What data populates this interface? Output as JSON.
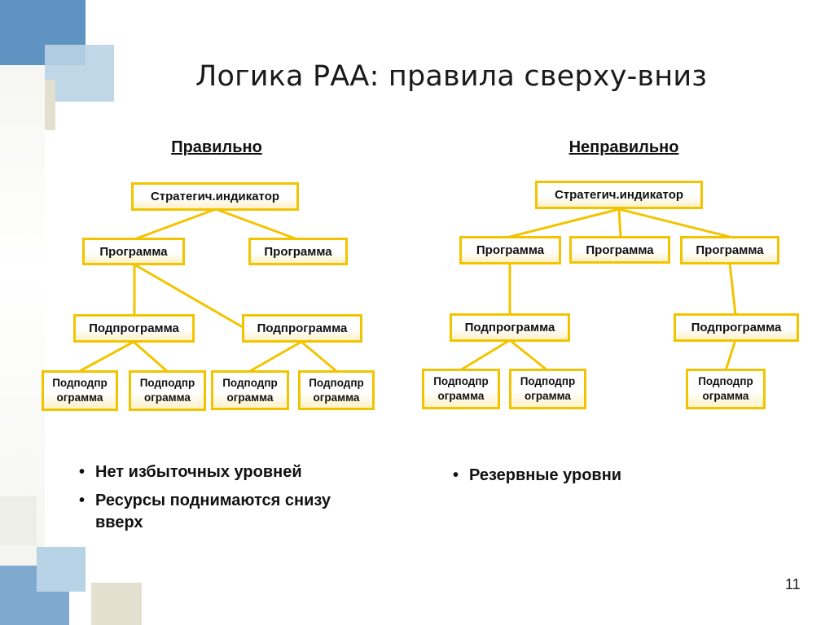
{
  "slide": {
    "title": "Логика РАА: правила сверху-вниз",
    "page_number": "11"
  },
  "left": {
    "heading": "Правильно",
    "strategic": "Стратегич.индикатор",
    "programs": [
      "Программа",
      "Программа"
    ],
    "subprograms": [
      "Подпрограмма",
      "Подпрограмма"
    ],
    "subsubprograms": [
      [
        "Подподпр",
        "ограмма"
      ],
      [
        "Подподпр",
        "ограмма"
      ],
      [
        "Подподпр",
        "ограмма"
      ],
      [
        "Подподпр",
        "ограмма"
      ]
    ],
    "bullets": [
      "Нет избыточных уровней",
      "Ресурсы поднимаются снизу вверх"
    ]
  },
  "right": {
    "heading": "Неправильно",
    "strategic": "Стратегич.индикатор",
    "programs": [
      "Программа",
      "Программа",
      "Программа"
    ],
    "subprograms": [
      "Подпрограмма",
      "Подпрограмма"
    ],
    "subsubprograms": [
      [
        "Подподпр",
        "ограмма"
      ],
      [
        "Подподпр",
        "ограмма"
      ],
      [
        "Подподпр",
        "ограмма"
      ]
    ],
    "bullets": [
      "Резервные уровни"
    ]
  },
  "colors": {
    "node_border": "#f2c400",
    "connector": "#f2c400",
    "deco_blue": "#5f93c2",
    "deco_light_blue": "#b9d3e6",
    "deco_beige": "#e3e0cf"
  }
}
